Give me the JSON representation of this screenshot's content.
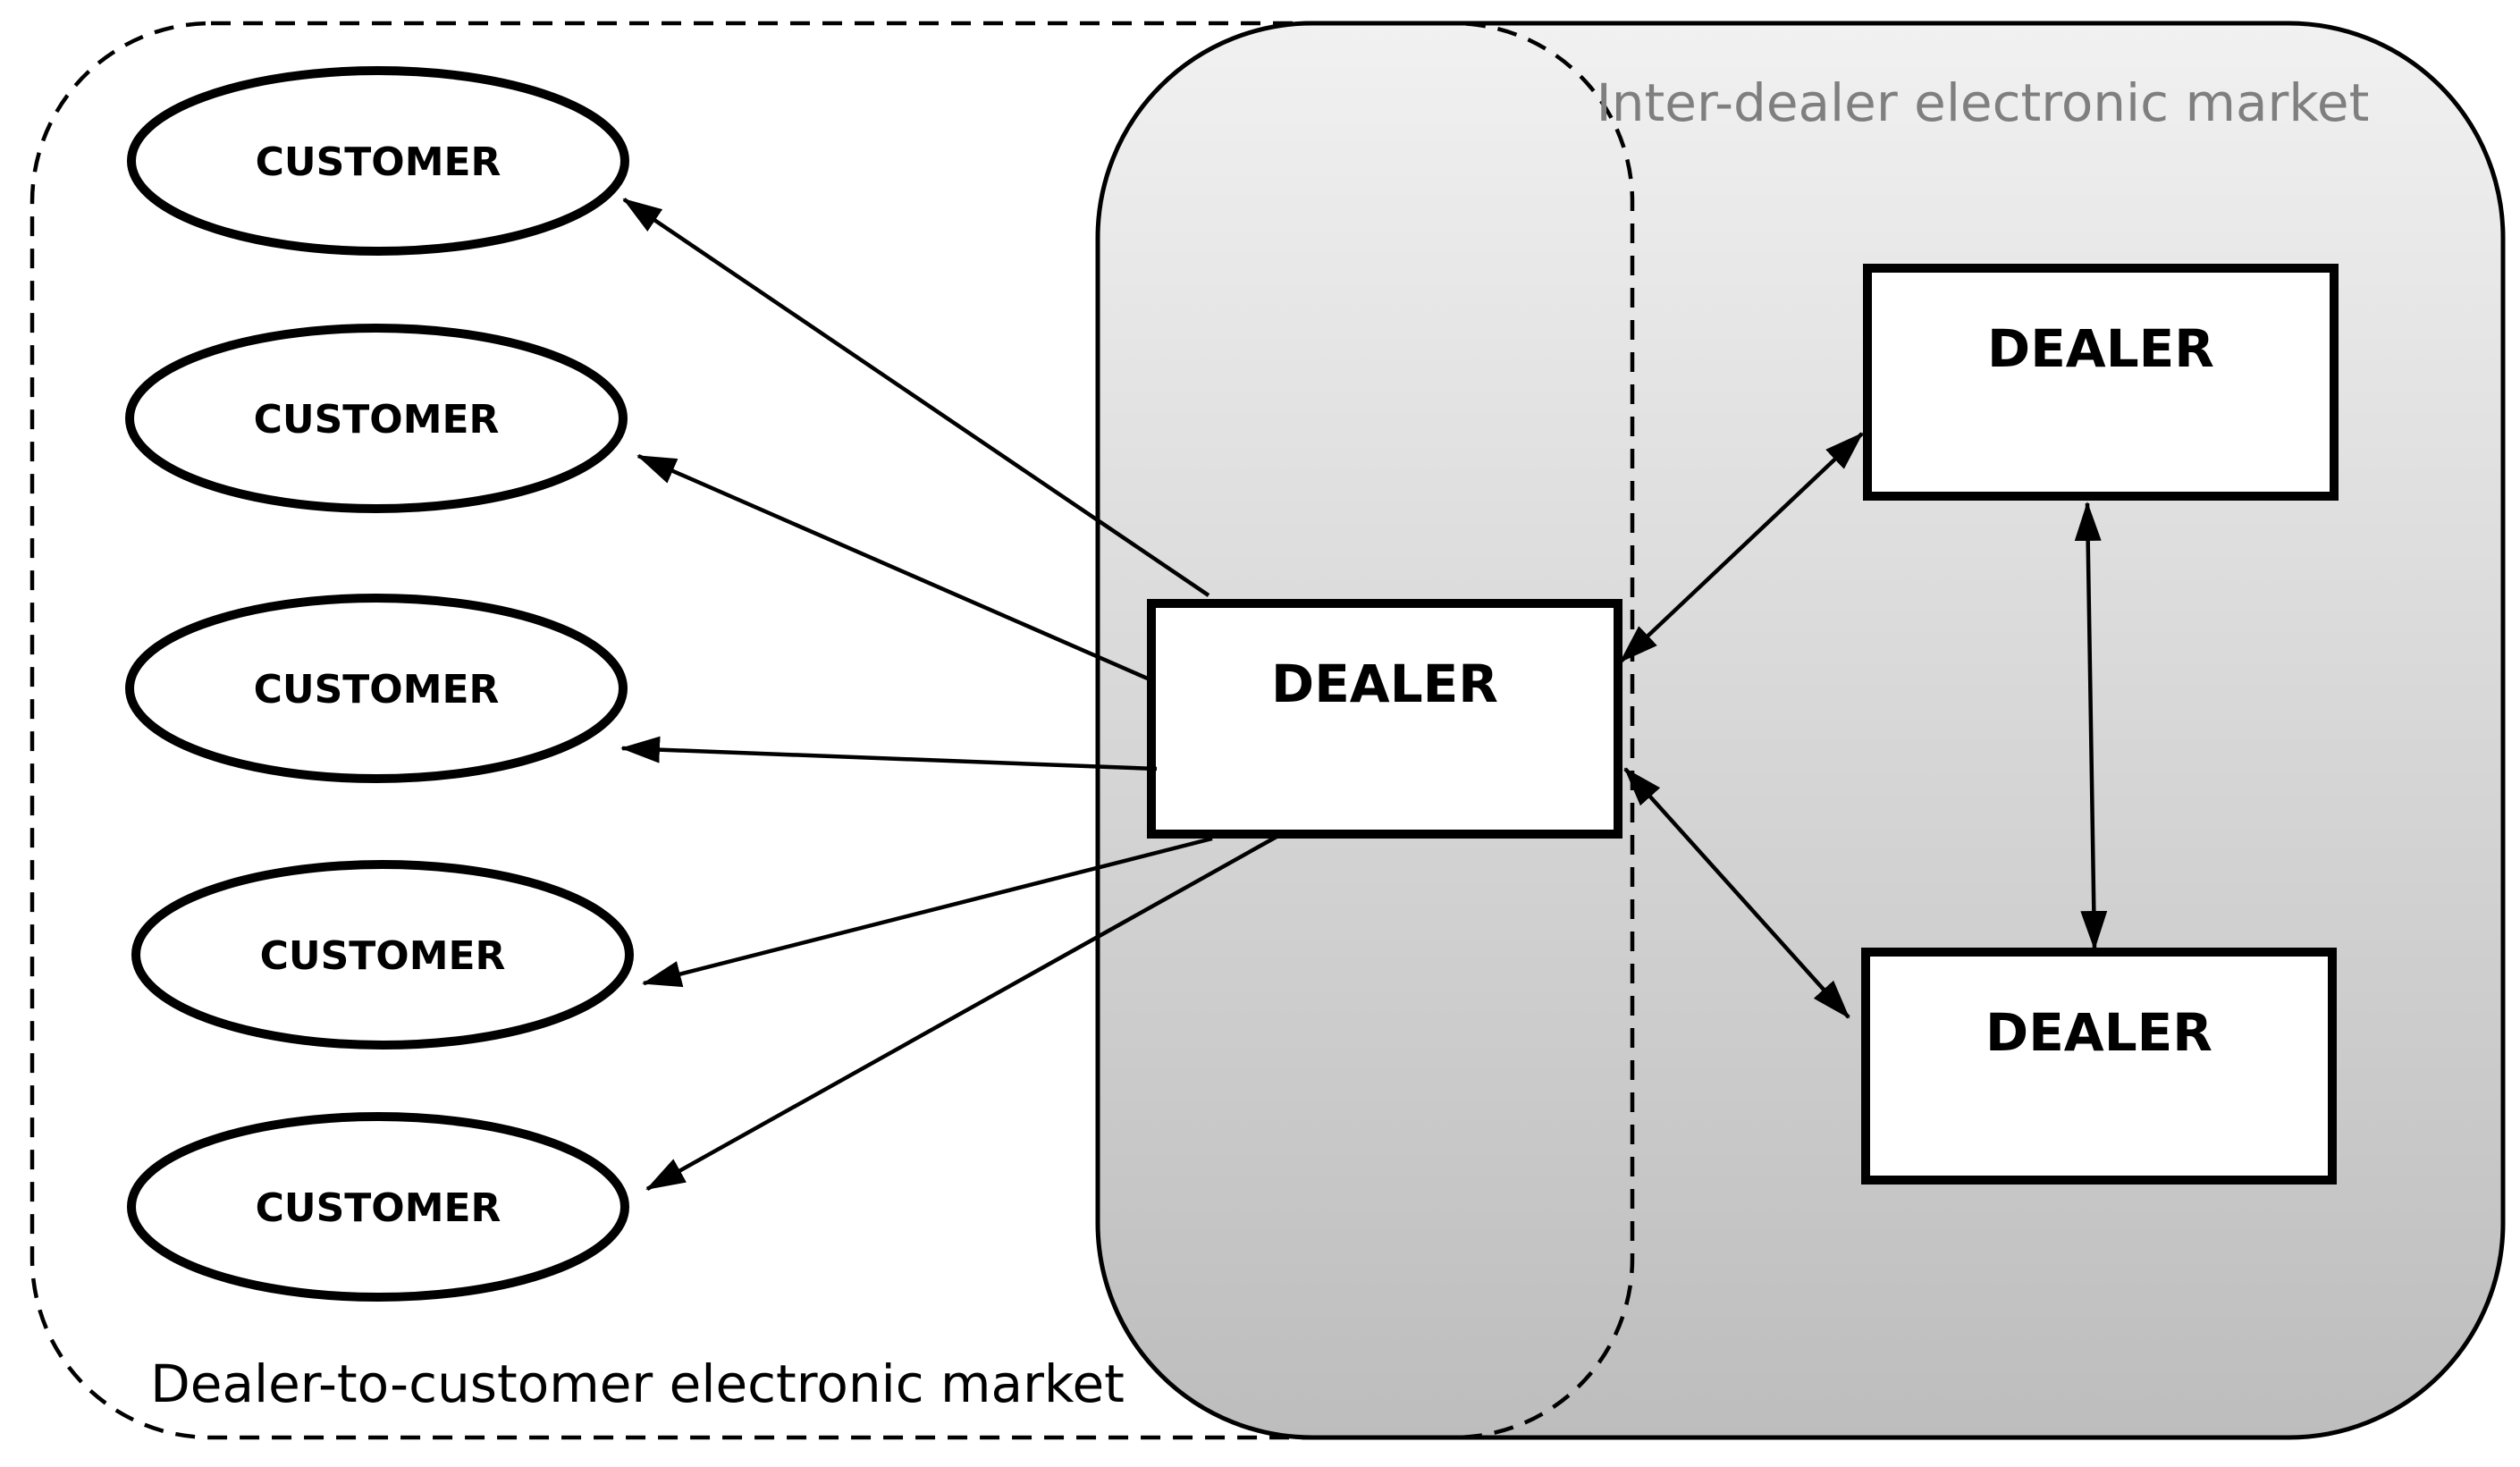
{
  "regions": {
    "inter_dealer_label": "Inter-dealer electronic market",
    "dealer_to_customer_label": "Dealer-to-customer electronic market"
  },
  "customers": [
    {
      "label": "CUSTOMER"
    },
    {
      "label": "CUSTOMER"
    },
    {
      "label": "CUSTOMER"
    },
    {
      "label": "CUSTOMER"
    },
    {
      "label": "CUSTOMER"
    }
  ],
  "dealers": {
    "main": {
      "label": "DEALER"
    },
    "top_right": {
      "label": "DEALER"
    },
    "bottom_right": {
      "label": "DEALER"
    }
  },
  "colors": {
    "inter_dealer_fill_top": "#f1f1f1",
    "inter_dealer_fill_bottom": "#bdbdbd",
    "stroke": "#000000",
    "inter_dealer_label_color": "#7f7f7f",
    "d2c_label_color": "#000000"
  }
}
